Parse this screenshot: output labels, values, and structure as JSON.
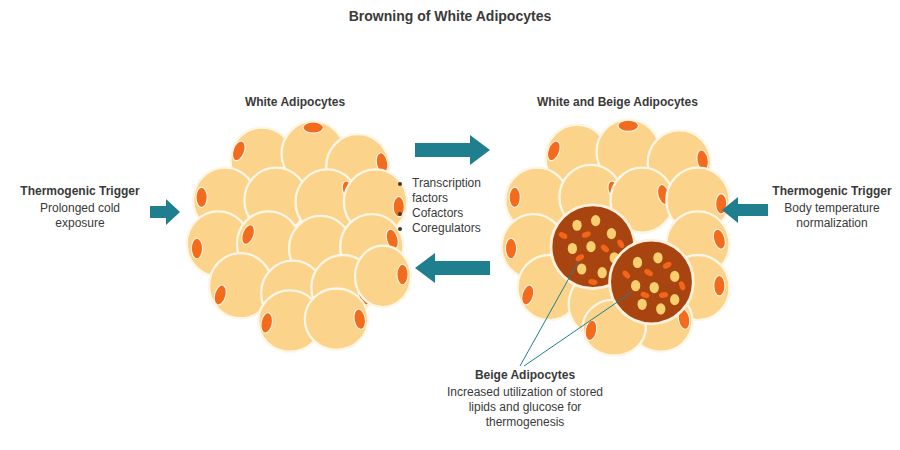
{
  "diagram": {
    "title": "Browning of White Adipocytes",
    "nodes": [
      {
        "text": [
          "White Adipocytes"
        ]
      },
      {
        "text": [
          "White and Beige Adipocytes"
        ]
      }
    ],
    "edges": [
      {
        "from": 0,
        "to": 1,
        "arrow": "to"
      },
      {
        "from": 1,
        "to": 0,
        "arrow": "to"
      }
    ],
    "labels": [
      "Thermogenic Trigger",
      "Prolonged cold exposure",
      "Transcription factors",
      "Cofactors",
      "Coregulators",
      "Thermogenic Trigger",
      "Body temperature normalization",
      "Beige Adipocytes",
      "Increased utilization of stored lipids and glucose for thermogenesis"
    ]
  }
}
